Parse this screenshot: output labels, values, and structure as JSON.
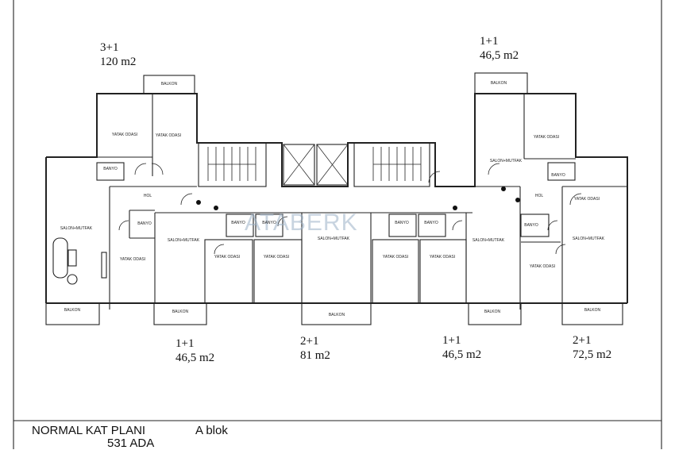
{
  "units": [
    {
      "type": "3+1",
      "area": "120 m2"
    },
    {
      "type": "1+1",
      "area": "46,5 m2"
    },
    {
      "type": "1+1",
      "area": "46,5 m2"
    },
    {
      "type": "2+1",
      "area": "81 m2"
    },
    {
      "type": "1+1",
      "area": "46,5 m2"
    },
    {
      "type": "2+1",
      "area": "72,5 m2"
    }
  ],
  "rooms": {
    "balkon": "BALKON",
    "yatak_odasi": "YATAK ODASI",
    "banyo": "BANYO",
    "hol": "HOL",
    "salon_mutfak": "SALON+MUTFAK"
  },
  "watermark": "ATABERK",
  "title_block": {
    "plan_name": "NORMAL KAT PLANI",
    "block": "A blok",
    "parcel": "531 ADA"
  }
}
